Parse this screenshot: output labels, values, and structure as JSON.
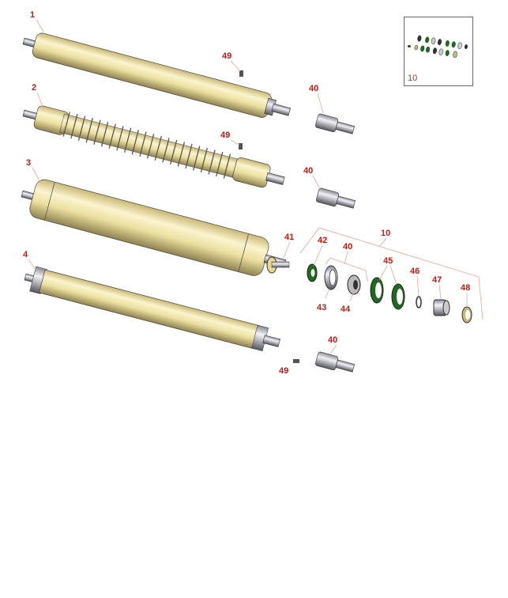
{
  "diagram": {
    "inset": {
      "label": "10"
    },
    "callouts": [
      {
        "text": "1"
      },
      {
        "text": "49"
      },
      {
        "text": "2"
      },
      {
        "text": "40"
      },
      {
        "text": "49"
      },
      {
        "text": "3"
      },
      {
        "text": "40"
      },
      {
        "text": "41"
      },
      {
        "text": "42"
      },
      {
        "text": "10"
      },
      {
        "text": "40"
      },
      {
        "text": "45"
      },
      {
        "text": "46"
      },
      {
        "text": "47"
      },
      {
        "text": "48"
      },
      {
        "text": "4"
      },
      {
        "text": "43"
      },
      {
        "text": "44"
      },
      {
        "text": "40"
      },
      {
        "text": "49"
      }
    ],
    "colors": {
      "callout": "#d0160c",
      "roller": "#efe3a6",
      "seal": "#1f6a1f",
      "metal": "#c8c8d0"
    }
  }
}
